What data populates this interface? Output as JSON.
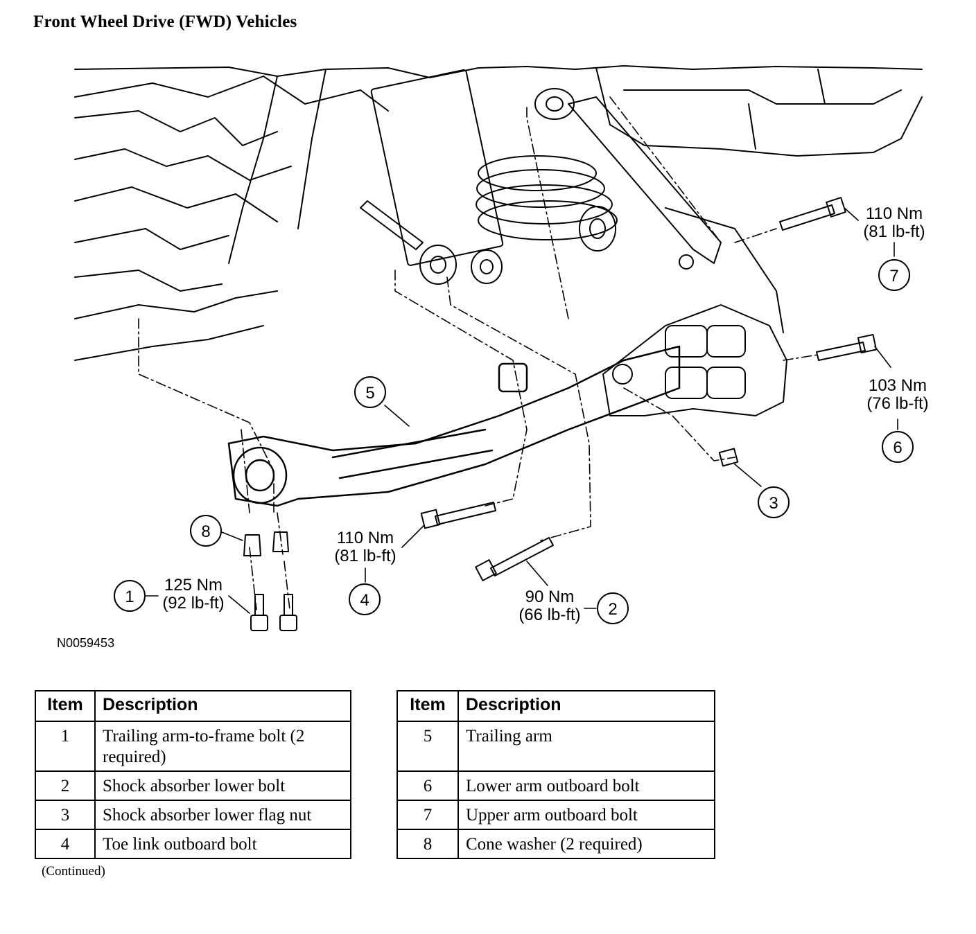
{
  "title": "Front Wheel Drive (FWD) Vehicles",
  "figure_id": "N0059453",
  "callouts": [
    {
      "item": "1",
      "torque_nm": "125 Nm",
      "torque_lbft": "(92 lb-ft)"
    },
    {
      "item": "2",
      "torque_nm": "90 Nm",
      "torque_lbft": "(66 lb-ft)"
    },
    {
      "item": "3"
    },
    {
      "item": "4",
      "torque_nm": "110 Nm",
      "torque_lbft": "(81 lb-ft)"
    },
    {
      "item": "5"
    },
    {
      "item": "6",
      "torque_nm": "103 Nm",
      "torque_lbft": "(76 lb-ft)"
    },
    {
      "item": "7",
      "torque_nm": "110 Nm",
      "torque_lbft": "(81 lb-ft)"
    },
    {
      "item": "8"
    }
  ],
  "table_left": {
    "headers": [
      "Item",
      "Description"
    ],
    "rows": [
      {
        "item": "1",
        "description": "Trailing arm-to-frame bolt (2 required)"
      },
      {
        "item": "2",
        "description": "Shock absorber lower bolt"
      },
      {
        "item": "3",
        "description": "Shock absorber lower flag nut"
      },
      {
        "item": "4",
        "description": "Toe link outboard bolt"
      }
    ]
  },
  "table_right": {
    "headers": [
      "Item",
      "Description"
    ],
    "rows": [
      {
        "item": "5",
        "description": "Trailing arm"
      },
      {
        "item": "6",
        "description": "Lower arm outboard bolt"
      },
      {
        "item": "7",
        "description": "Upper arm outboard bolt"
      },
      {
        "item": "8",
        "description": "Cone washer (2 required)"
      }
    ]
  },
  "continued_note": "(Continued)"
}
